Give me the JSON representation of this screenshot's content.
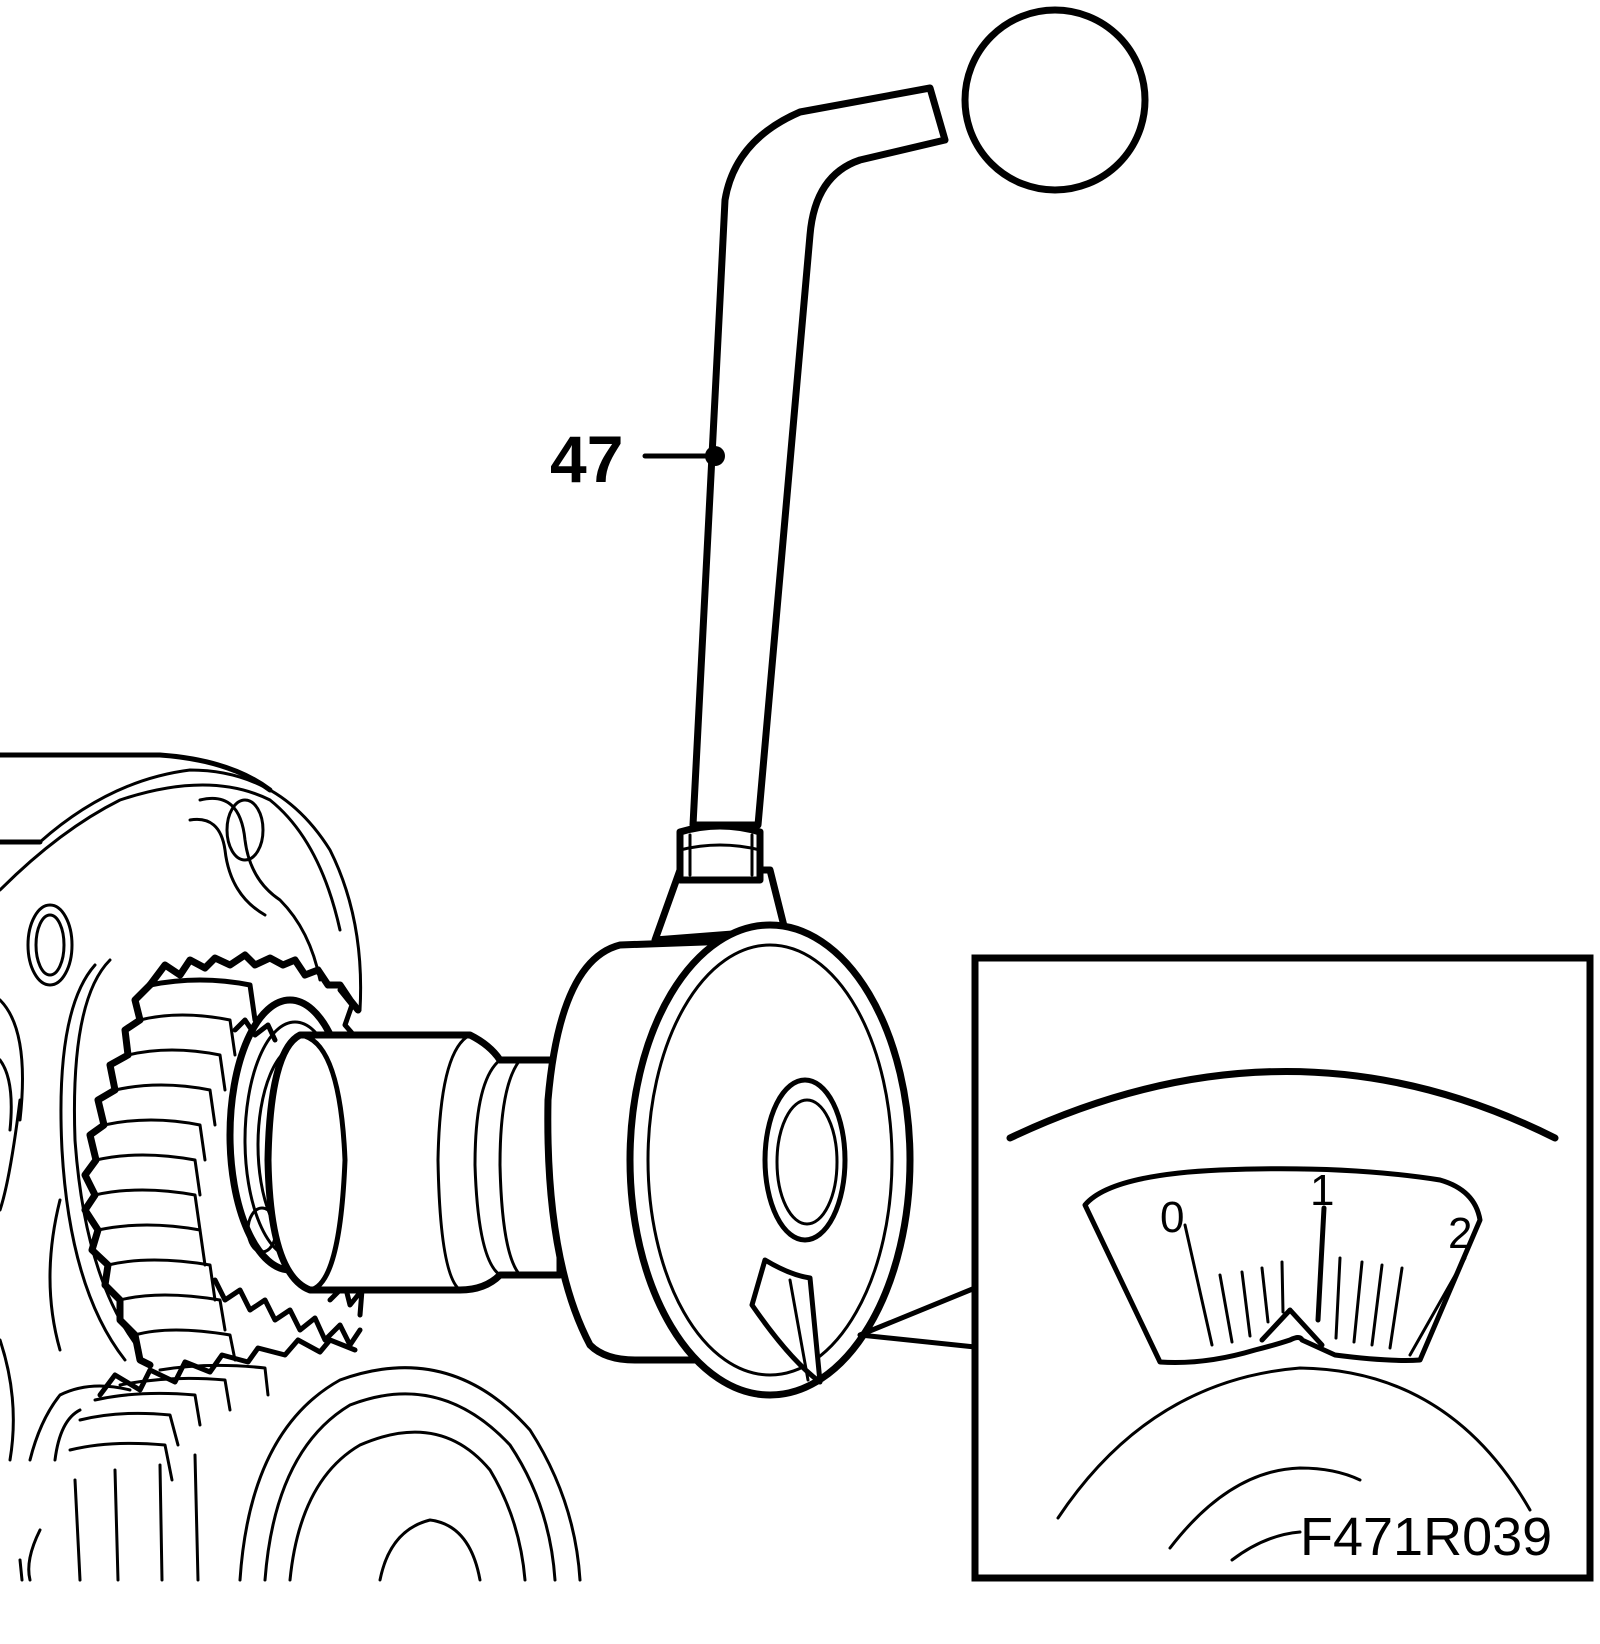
{
  "callout": {
    "number": "47"
  },
  "figure_code": "F471R039",
  "inset": {
    "scale_labels": [
      "0",
      "1",
      "2"
    ]
  }
}
